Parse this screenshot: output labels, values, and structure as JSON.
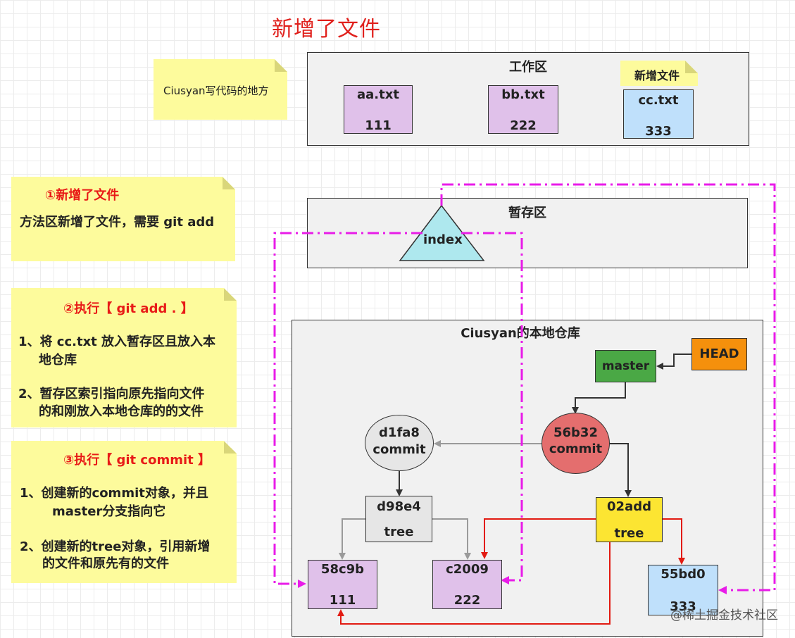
{
  "title": "新增了文件",
  "side_note": "Ciusyan写代码的地方",
  "workspace": {
    "title": "工作区",
    "new_file_tag": "新增文件",
    "files": [
      {
        "name": "aa.txt",
        "content": "111"
      },
      {
        "name": "bb.txt",
        "content": "222"
      },
      {
        "name": "cc.txt",
        "content": "333"
      }
    ]
  },
  "staging": {
    "title": "暂存区",
    "index_label": "index"
  },
  "notes": [
    {
      "heading": "①新增了文件",
      "lines": [
        "方法区新增了文件，需要 git add"
      ]
    },
    {
      "heading": "②执行【 git add . 】",
      "lines": [
        "1、将 cc.txt 放入暂存区且放入本",
        "地仓库",
        "2、暂存区索引指向原先指向文件",
        "的和刚放入本地仓库的的文件"
      ]
    },
    {
      "heading": "③执行【 git commit 】",
      "lines": [
        "1、创建新的commit对象，并且",
        "master分支指向它",
        "2、创建新的tree对象，引用新增",
        "的文件和原先有的文件"
      ]
    }
  ],
  "repo": {
    "title": "Ciusyan的本地仓库",
    "head": "HEAD",
    "master": "master",
    "commit_new": {
      "id": "56b32",
      "type": "commit"
    },
    "commit_old": {
      "id": "d1fa8",
      "type": "commit"
    },
    "tree_old": {
      "id": "d98e4",
      "type": "tree"
    },
    "tree_new": {
      "id": "02add",
      "type": "tree"
    },
    "blobs": [
      {
        "id": "58c9b",
        "content": "111"
      },
      {
        "id": "c2009",
        "content": "222"
      },
      {
        "id": "55bd0",
        "content": "333"
      }
    ]
  },
  "watermark": "@稀土掘金技术社区",
  "colors": {
    "title_red": "#e0201c",
    "file_purple": "#e0c1ea",
    "file_blue": "#bfe0fb",
    "note_yellow": "#fdfb9c",
    "index_cyan": "#aee8ee",
    "master_green": "#4aa845",
    "head_orange": "#f5900c",
    "commit_red": "#e46e6e",
    "commit_grey": "#e6e6e6",
    "tree_yellow": "#fce532",
    "dash_magenta": "#e81ce8",
    "arrow_red": "#e21b12"
  }
}
